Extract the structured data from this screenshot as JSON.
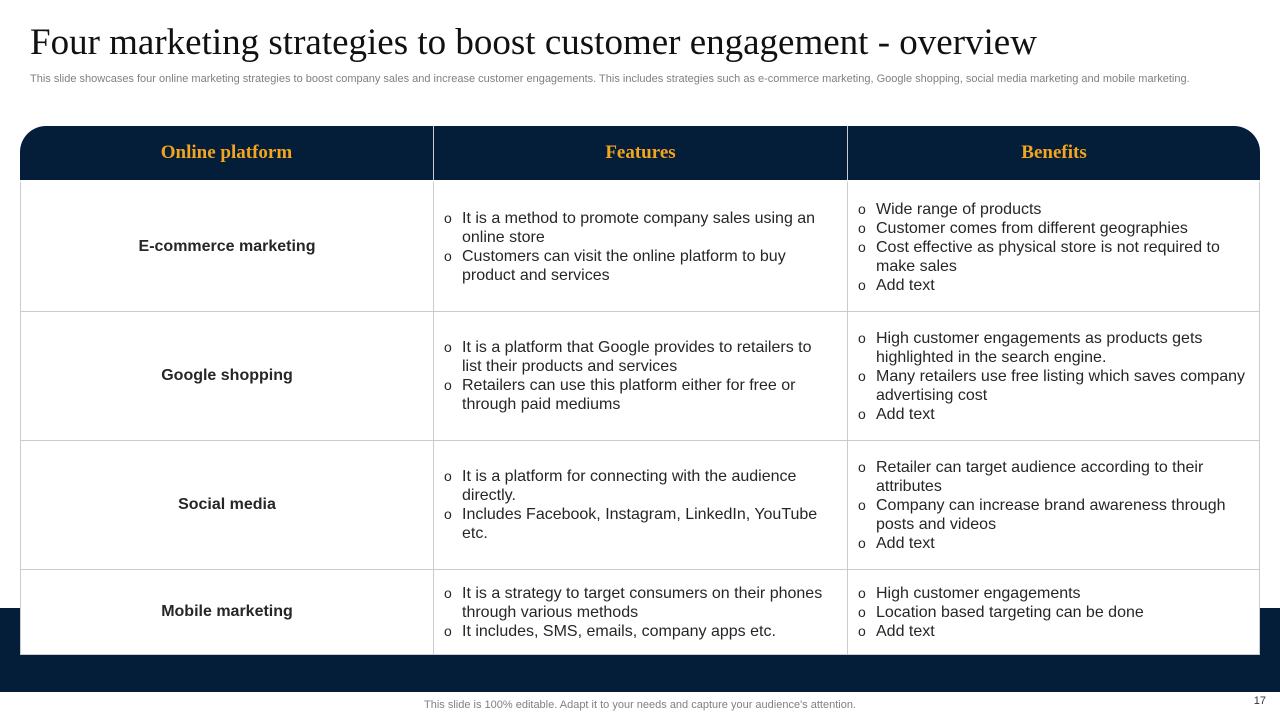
{
  "slide": {
    "title": "Four marketing strategies to boost customer engagement - overview",
    "subtitle": "This slide showcases four online marketing strategies to boost company sales and increase customer engagements. This includes strategies such as e-commerce marketing, Google shopping, social media marketing and mobile marketing.",
    "footer_note": "This slide is 100% editable. Adapt it to your needs and capture your audience's attention.",
    "page_number": "17",
    "bullet_glyph": "o",
    "colors": {
      "navy": "#041e3a",
      "header_text": "#f2a51d"
    }
  },
  "table": {
    "headers": [
      "Online platform",
      "Features",
      "Benefits"
    ],
    "rows": [
      {
        "platform": "E-commerce marketing",
        "features": [
          "It is a method to promote company sales using an online store",
          "Customers can visit the online platform to buy product and services"
        ],
        "benefits": [
          "Wide range of products",
          "Customer comes from different geographies",
          "Cost effective as physical store is not required to make sales",
          "Add text"
        ]
      },
      {
        "platform": "Google shopping",
        "features": [
          "It is a platform that Google provides to retailers to list their products and services",
          "Retailers can use this platform either  for free or through  paid mediums"
        ],
        "benefits": [
          "High customer engagements as products gets highlighted in the search engine.",
          "Many retailers use free listing which saves company advertising cost",
          "Add text"
        ]
      },
      {
        "platform": "Social media",
        "features": [
          "It is a platform for connecting with the audience directly.",
          "Includes  Facebook, Instagram,   LinkedIn, YouTube  etc."
        ],
        "benefits": [
          "Retailer can target audience according to their attributes",
          "Company can increase brand awareness through posts and videos",
          "Add text"
        ]
      },
      {
        "platform": "Mobile marketing",
        "features": [
          "It is a strategy to target consumers  on their phones through various methods",
          "It includes,  SMS, emails, company apps etc."
        ],
        "benefits": [
          "High customer engagements",
          "Location based targeting can be done",
          "Add text"
        ]
      }
    ]
  }
}
